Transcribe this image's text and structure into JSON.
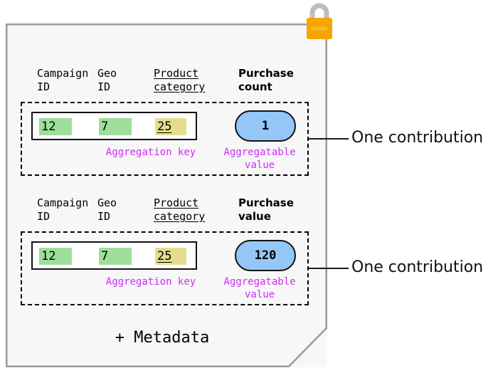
{
  "diagram": {
    "title_footer": "+ Metadata",
    "colors": {
      "panel_fill": "#f7f7f7",
      "panel_border": "#9a9a9a",
      "key_cell_green": "#9ede9b",
      "key_cell_yellow": "#e6dd8c",
      "value_pill_blue": "#94c6f7",
      "caption_purple": "#cb2ff0",
      "lock_body": "#f5a500",
      "lock_shackle": "#bdbdbd",
      "text_black": "#000000"
    },
    "lock": {
      "icon": "padlock-icon"
    },
    "contributions": [
      {
        "headers": {
          "campaign": "Campaign\nID",
          "geo": "Geo\nID",
          "product": "Product\ncategory",
          "metric": "Purchase\ncount"
        },
        "key_cells": [
          "12",
          "7",
          "25"
        ],
        "value": "1",
        "key_caption": "Aggregation key",
        "value_caption": "Aggregatable\nvalue",
        "leader_label": "One contribution"
      },
      {
        "headers": {
          "campaign": "Campaign\nID",
          "geo": "Geo\nID",
          "product": "Product\ncategory",
          "metric": "Purchase\nvalue"
        },
        "key_cells": [
          "12",
          "7",
          "25"
        ],
        "value": "120",
        "key_caption": "Aggregation key",
        "value_caption": "Aggregatable\nvalue",
        "leader_label": "One contribution"
      }
    ]
  }
}
